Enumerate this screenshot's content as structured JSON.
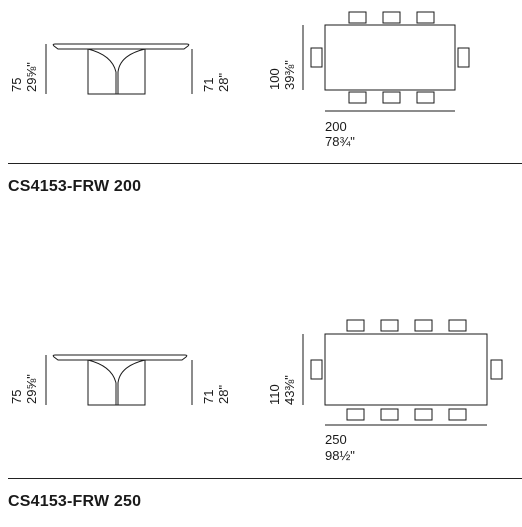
{
  "tables": [
    {
      "model": "CS4153-FRW 200",
      "height_cm": "75",
      "height_in": "29⅝\"",
      "leg_height_cm": "71",
      "leg_height_in": "28\"",
      "width_cm": "100",
      "width_in": "39⅜\"",
      "length_cm": "200",
      "length_in": "78¾\"",
      "chairs_per_long_side": 3,
      "chairs_per_end": 1
    },
    {
      "model": "CS4153-FRW 250",
      "height_cm": "75",
      "height_in": "29⅝\"",
      "leg_height_cm": "71",
      "leg_height_in": "28\"",
      "width_cm": "110",
      "width_in": "43⅜\"",
      "length_cm": "250",
      "length_in": "98½\"",
      "chairs_per_long_side": 4,
      "chairs_per_end": 1
    }
  ]
}
